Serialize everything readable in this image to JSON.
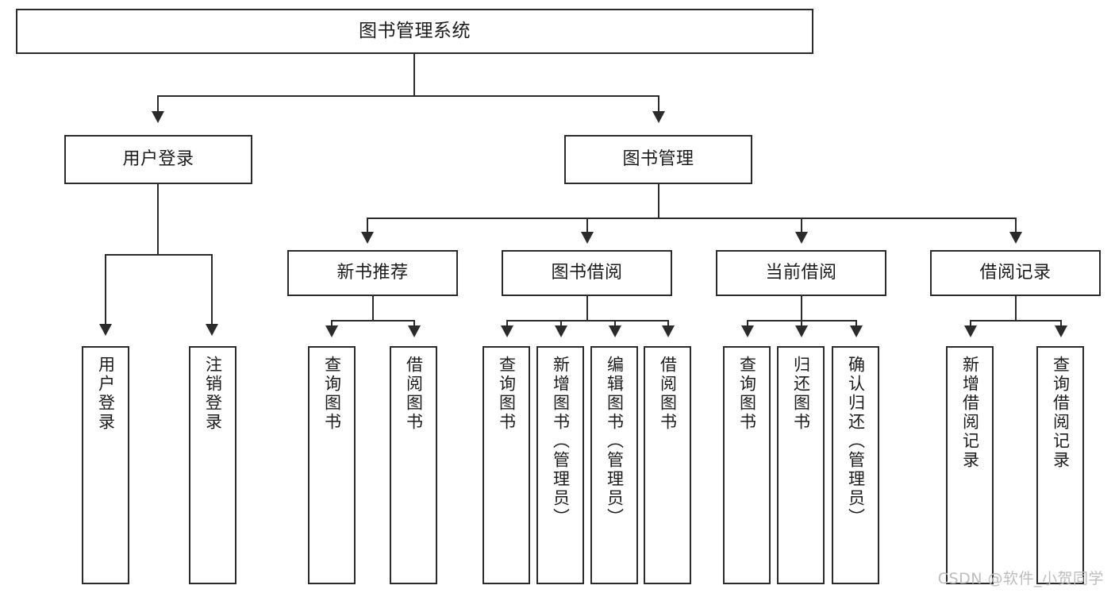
{
  "diagram": {
    "title": "图书管理系统",
    "type": "tree-hierarchy-chart",
    "watermark": "CSDN @软件_小贺同学"
  },
  "nodes": {
    "root": {
      "label": "图书管理系统"
    },
    "level2": [
      {
        "label": "用户登录"
      },
      {
        "label": "图书管理"
      }
    ],
    "level3": [
      {
        "label": "新书推荐"
      },
      {
        "label": "图书借阅"
      },
      {
        "label": "当前借阅"
      },
      {
        "label": "借阅记录"
      }
    ],
    "leaves": {
      "user_login": [
        {
          "label": "用户登录"
        },
        {
          "label": "注销登录"
        }
      ],
      "new_book_recommend": [
        {
          "label": "查询图书"
        },
        {
          "label": "借阅图书"
        }
      ],
      "book_borrow": [
        {
          "label": "查询图书"
        },
        {
          "label": "新增图书（管理员）"
        },
        {
          "label": "编辑图书（管理员）"
        },
        {
          "label": "借阅图书"
        }
      ],
      "current_borrow": [
        {
          "label": "查询图书"
        },
        {
          "label": "归还图书"
        },
        {
          "label": "确认归还（管理员）"
        }
      ],
      "borrow_record": [
        {
          "label": "新增借阅记录"
        },
        {
          "label": "查询借阅记录"
        }
      ]
    }
  },
  "colors": {
    "stroke": "#2b2b2b",
    "fill": "#ffffff",
    "text": "#1b1b1b",
    "watermark": "#bdbdbd"
  }
}
